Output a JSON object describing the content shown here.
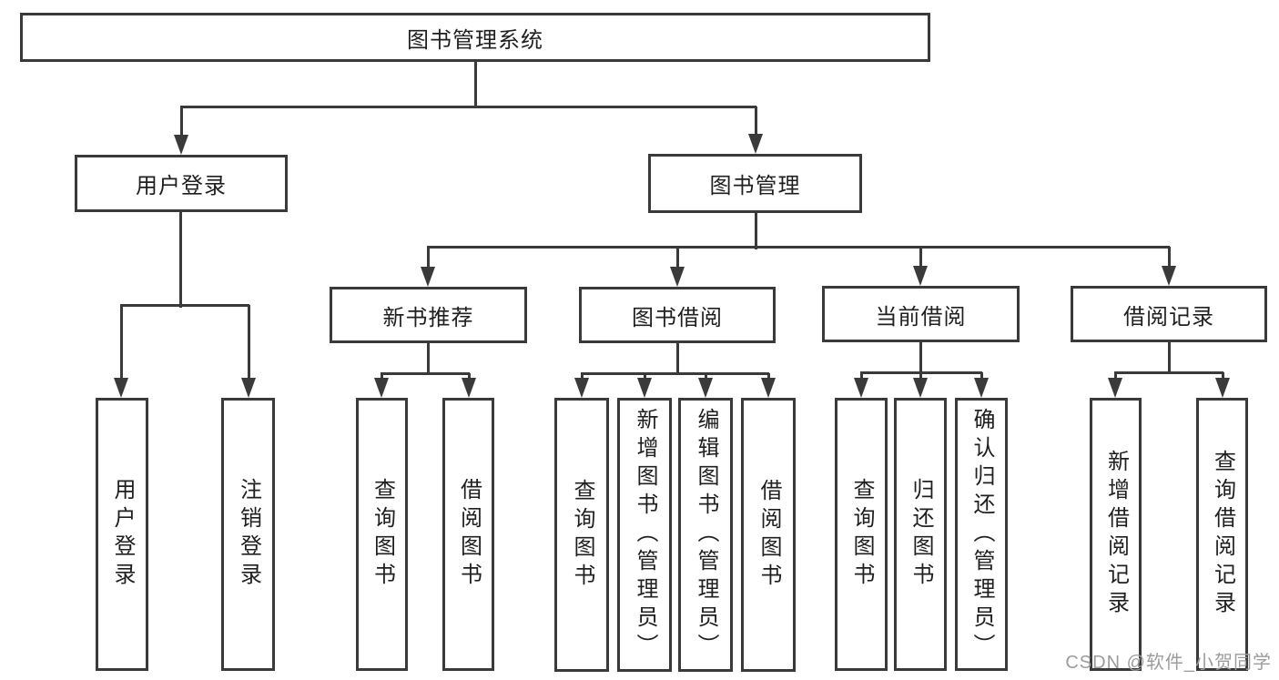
{
  "tree": {
    "root": {
      "label": "图书管理系统"
    },
    "branches": [
      {
        "label": "用户登录",
        "leaves": [
          {
            "label": "用户登录"
          },
          {
            "label": "注销登录"
          }
        ]
      },
      {
        "label": "图书管理",
        "sections": [
          {
            "label": "新书推荐",
            "leaves": [
              {
                "label": "查询图书"
              },
              {
                "label": "借阅图书"
              }
            ]
          },
          {
            "label": "图书借阅",
            "leaves": [
              {
                "label": "查询图书"
              },
              {
                "label": "新增图书（管理员）"
              },
              {
                "label": "编辑图书（管理员）"
              },
              {
                "label": "借阅图书"
              }
            ]
          },
          {
            "label": "当前借阅",
            "leaves": [
              {
                "label": "查询图书"
              },
              {
                "label": "归还图书"
              },
              {
                "label": "确认归还（管理员）"
              }
            ]
          },
          {
            "label": "借阅记录",
            "leaves": [
              {
                "label": "新增借阅记录"
              },
              {
                "label": "查询借阅记录"
              }
            ]
          }
        ]
      }
    ]
  },
  "watermark": {
    "text": "CSDN @软件_小贺同学",
    "color": "#9c9c9c"
  },
  "colors": {
    "line": "#3a3a3a",
    "text": "#1f1f1f",
    "box_background": "#ffffff",
    "page_background": "#ffffff"
  }
}
